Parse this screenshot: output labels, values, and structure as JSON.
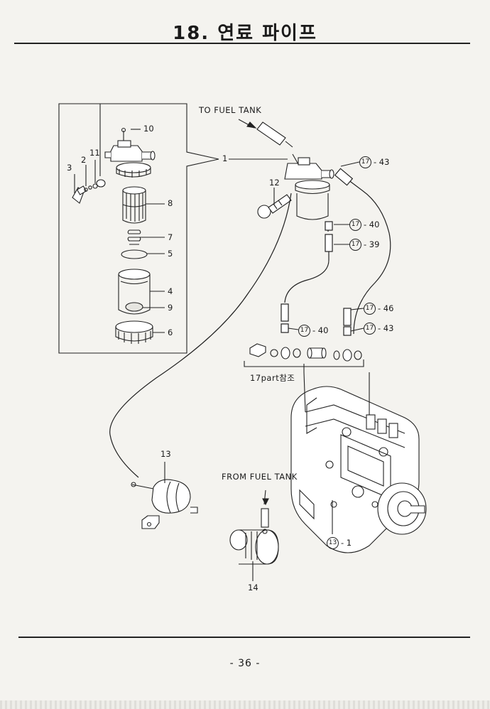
{
  "header": {
    "title": "18. 연료 파이프"
  },
  "captions": {
    "to_fuel_tank": "TO FUEL TANK",
    "from_fuel_tank": "FROM FUEL TANK",
    "part_reference": "17part참조"
  },
  "callouts": {
    "p1": "1",
    "p2": "2",
    "p3": "3",
    "p4": "4",
    "p5": "5",
    "p6": "6",
    "p7": "7",
    "p8": "8",
    "p9": "9",
    "p10": "10",
    "p11": "11",
    "p12": "12",
    "p13": "13",
    "p14": "14"
  },
  "refs": [
    {
      "num": "17",
      "suffix": "- 43"
    },
    {
      "num": "17",
      "suffix": "- 40"
    },
    {
      "num": "17",
      "suffix": "- 39"
    },
    {
      "num": "17",
      "suffix": "- 46"
    },
    {
      "num": "17",
      "suffix": "- 43"
    },
    {
      "num": "17",
      "suffix": "- 40"
    },
    {
      "num": "13",
      "suffix": "- 1"
    }
  ],
  "footer": {
    "page_number": "- 36 -"
  }
}
